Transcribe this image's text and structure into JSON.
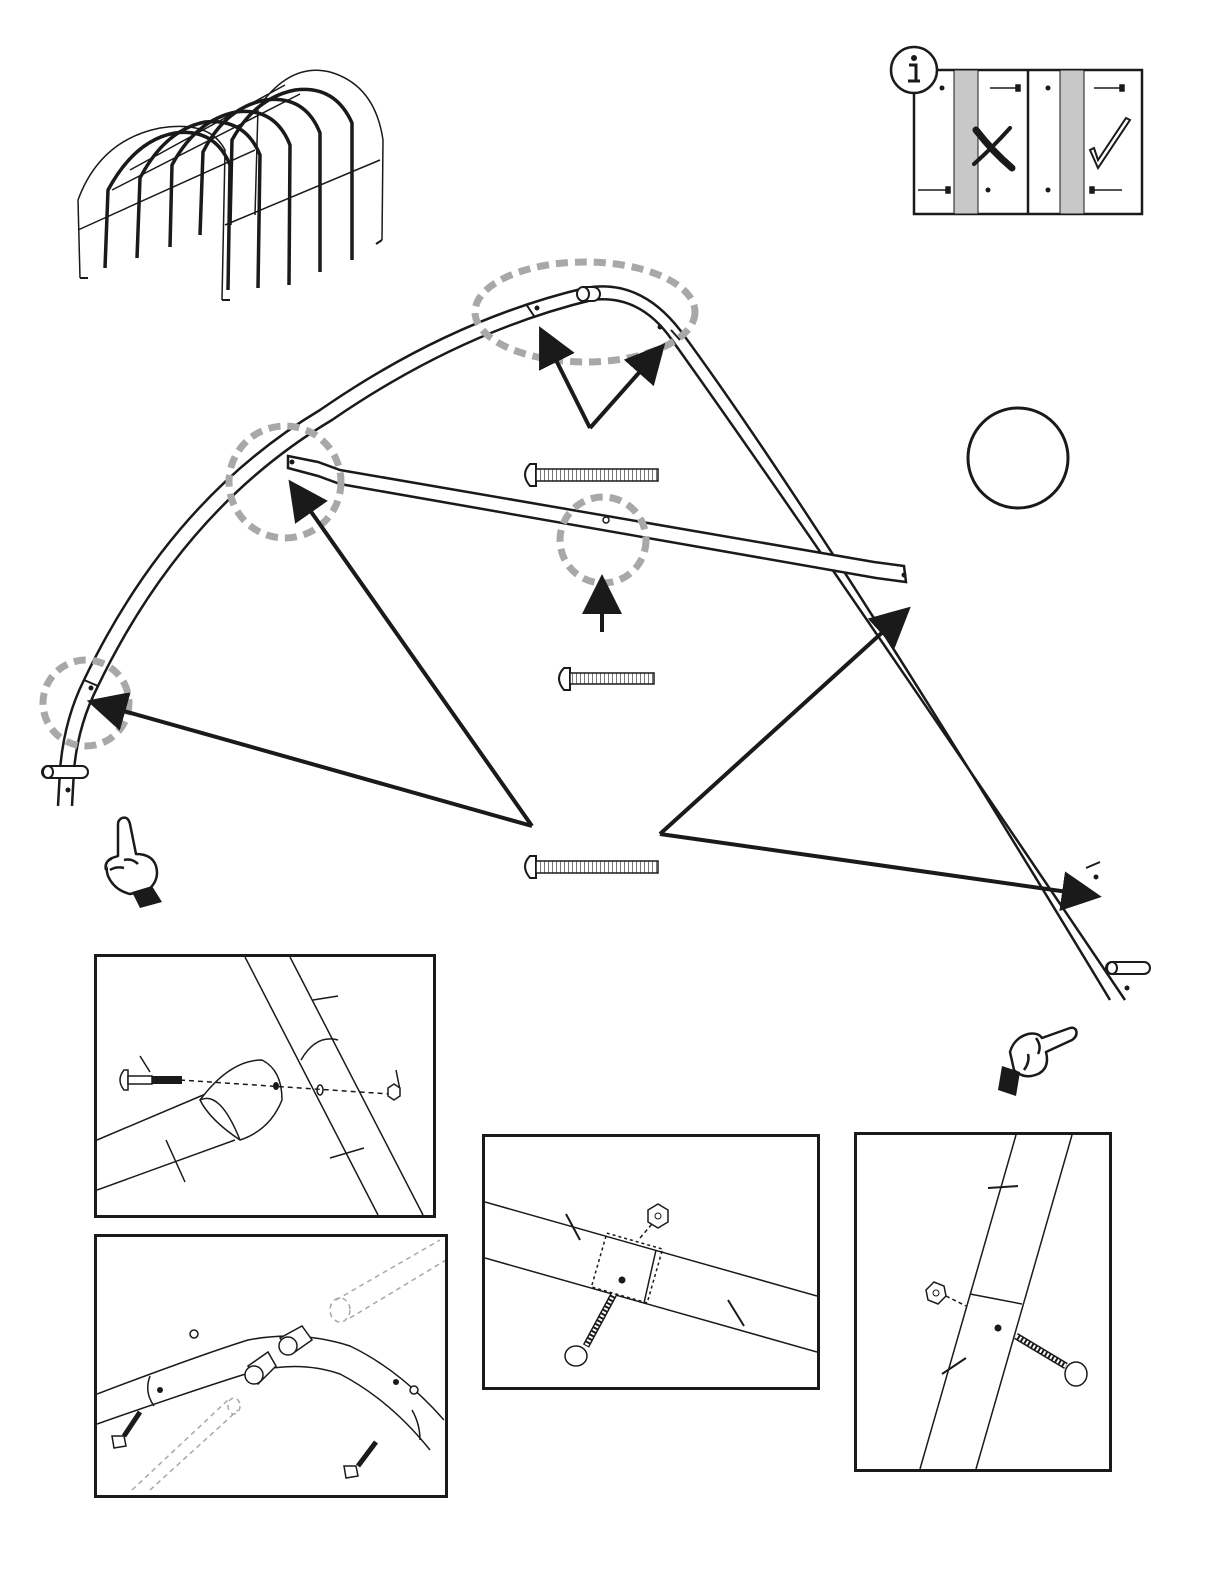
{
  "page": {
    "background": "#ffffff",
    "line_color": "#1a1a1a",
    "highlight_color": "#a8a8a8"
  },
  "info_box": {
    "icon": "info-icon",
    "wrong_icon": "cross-icon",
    "right_icon": "checkmark-icon"
  },
  "overview": {
    "icon": "greenhouse-frame-overview"
  },
  "main_diagram": {
    "callout_circles": [
      "ridge-joint",
      "left-purlin-joint",
      "purlin-center",
      "left-foot-joint"
    ],
    "bolts": [
      "long-bolt",
      "short-bolt",
      "long-bolt"
    ],
    "empty_circle": "count-circle"
  },
  "hands": [
    "left-pointing-hand-icon",
    "right-pointing-hand-icon"
  ],
  "detail_panels": [
    {
      "id": "purlin-end-detail"
    },
    {
      "id": "ridge-detail"
    },
    {
      "id": "purlin-splice-detail"
    },
    {
      "id": "leg-splice-detail"
    }
  ]
}
